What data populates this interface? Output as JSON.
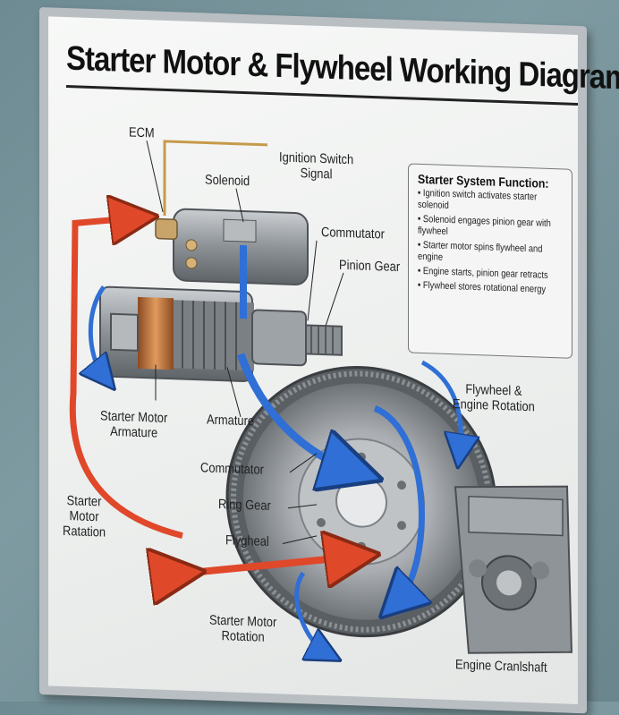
{
  "title": "Starter Motor & Flywheel Working Diagram",
  "labels": {
    "ecm": "ECM",
    "ignition_line1": "Ignition Switch",
    "ignition_line2": "Signal",
    "solenoid": "Solenoid",
    "commutator_top": "Commutator",
    "pinion_gear": "Pinion Gear",
    "starter_motor_armature_line1": "Starter Motor",
    "starter_motor_armature_line2": "Armature",
    "armature": "Armature",
    "commutator_mid": "Commutator",
    "ring_gear": "Ring Gear",
    "flywheel": "Flygheal",
    "starter_motor_ratation_line1": "Starter",
    "starter_motor_ratation_line2": "Motor",
    "starter_motor_ratation_line3": "Ratation",
    "starter_motor_rotation_line1": "Starter Motor",
    "starter_motor_rotation_line2": "Rotation",
    "flywheel_engine_rotation_line1": "Flywheel &",
    "flywheel_engine_rotation_line2": "Engine Rotation",
    "engine_crankshaft": "Engine Cranlshaft"
  },
  "function_box": {
    "heading": "Starter System Function:",
    "items": [
      "Ignition switch activates starter solenoid",
      "Solenoid engages pinion gear with flywheel",
      "Starter motor spins flywheel and engine",
      "Engine starts, pinion gear retracts",
      "Flywheel stores rotational energy"
    ]
  },
  "colors": {
    "red_arrow": "#e0482a",
    "blue_arrow": "#2f6fd6",
    "metal": "#9aa0a6",
    "copper": "#c0703a"
  }
}
